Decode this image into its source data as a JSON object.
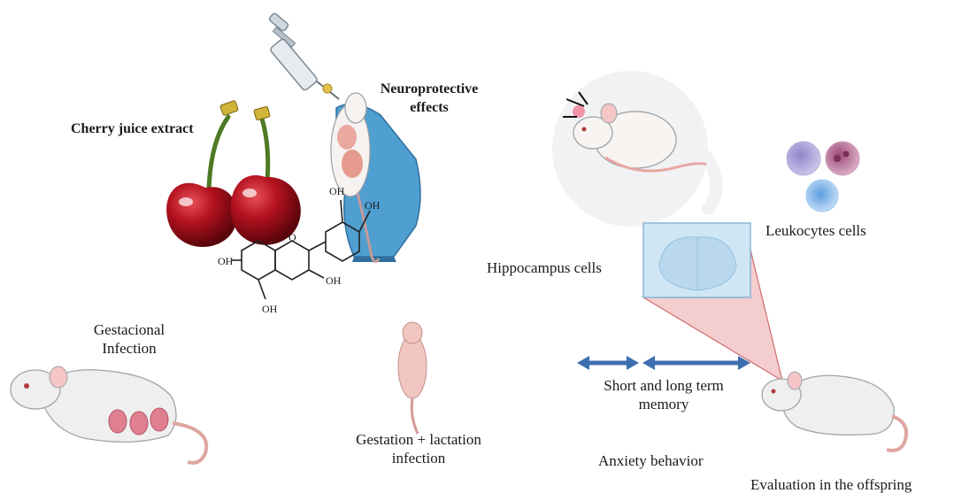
{
  "labels": {
    "cherry": "Cherry juice extract",
    "neuro": [
      "Neuroprotective",
      "effects"
    ],
    "gestacional": [
      "Gestacional",
      "Infection"
    ],
    "gestation": [
      "Gestation +  lactation",
      "infection"
    ],
    "hippocampus": "Hippocampus cells",
    "leukocytes": "Leukocytes cells",
    "memory": [
      "Short and long term",
      "memory"
    ],
    "anxiety": "Anxiety behavior",
    "evaluation": "Evaluation in the offspring"
  },
  "chem_labels": {
    "oh": "OH",
    "o_plus": "O"
  },
  "colors": {
    "cherry": "#b3121f",
    "glove": "#4f9fd0",
    "arrow": "#3d6fb0",
    "projection": "#f3c9c9",
    "rat_body": "#efefef",
    "rat_ear": "#f4c6c6"
  }
}
